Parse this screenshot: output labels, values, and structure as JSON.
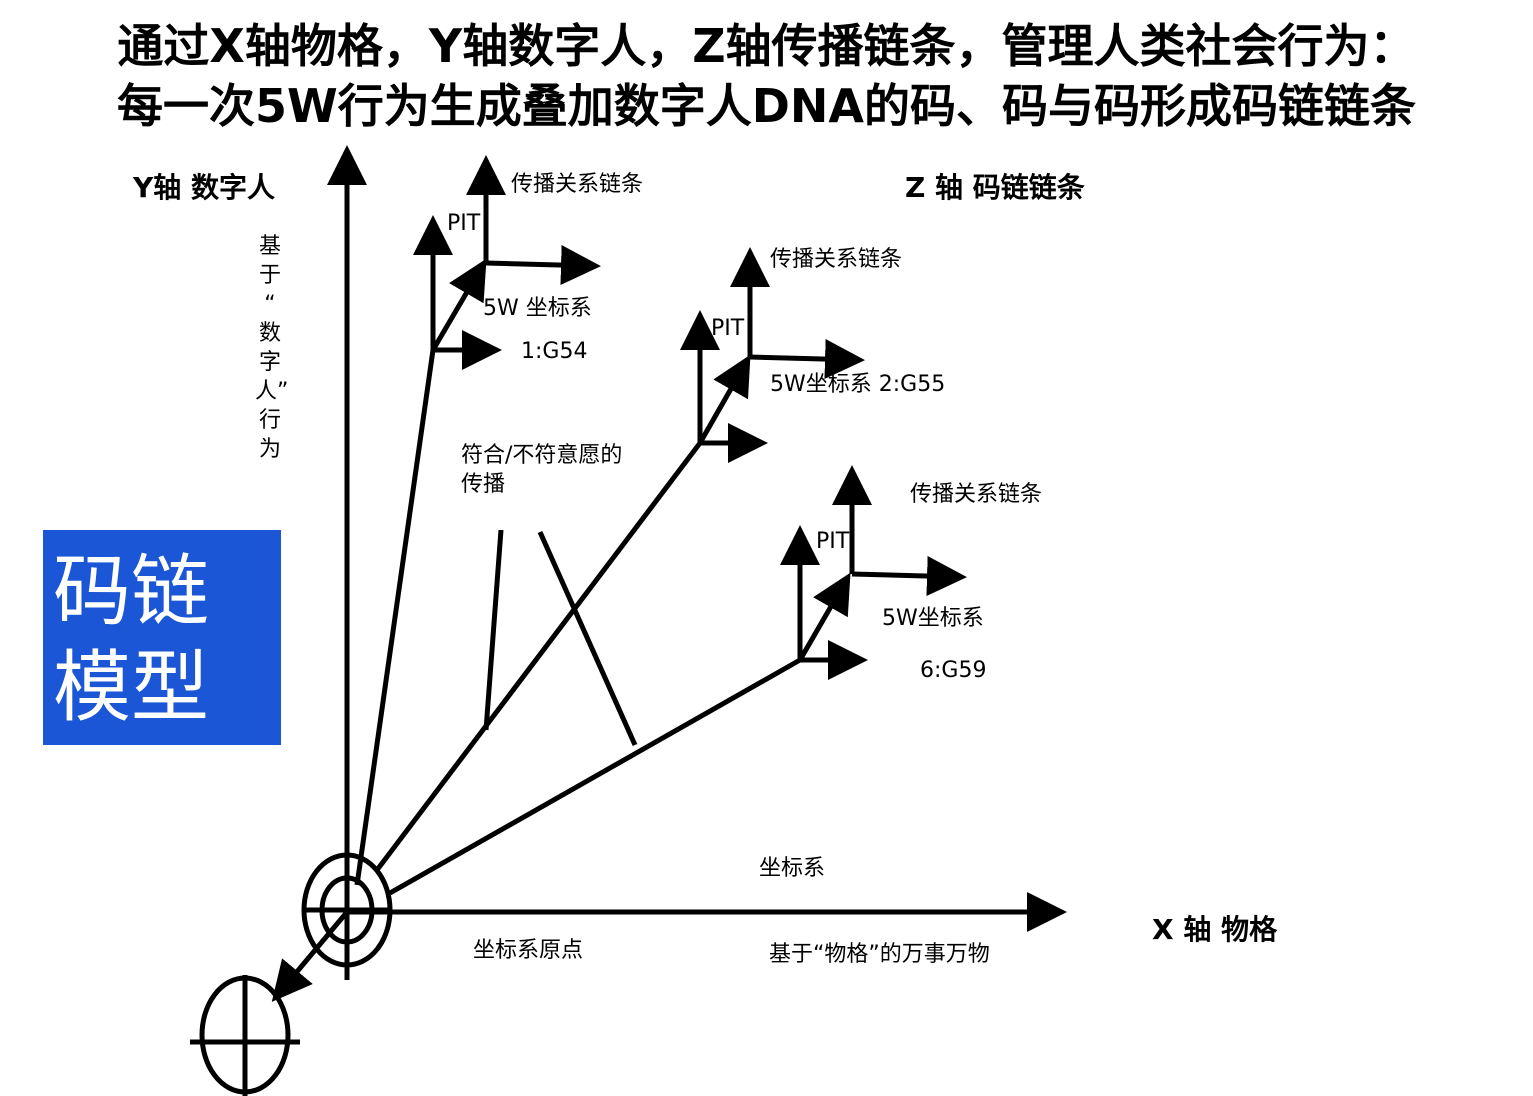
{
  "title": {
    "line1": "通过X轴物格，Y轴数字人，Z轴传播链条，管理人类社会行为：",
    "line2": "每一次5W行为生成叠加数字人DNA的码、码与码形成码链链条"
  },
  "axes": {
    "y_label": "Y轴 数字人",
    "y_desc": "基\n于\n“\n数\n字\n人”\n行\n为",
    "z_label": "Z 轴 码链链条",
    "x_label": "X 轴 物格",
    "x_desc": "基于“物格”的万事万物"
  },
  "badge": {
    "text": "码链\n模型",
    "color": "#1a56d6"
  },
  "origin": {
    "label": "坐标系原点",
    "coord_label": "坐标系"
  },
  "middle_note": "符合/不符意愿的\n传播",
  "nodes": [
    {
      "pit": "PIT",
      "chain": "传播关系链条",
      "sys": "5W 坐标系",
      "code": "1:G54"
    },
    {
      "pit": "PIT",
      "chain": "传播关系链条",
      "sys": "5W坐标系 2:G55"
    },
    {
      "pit": "PIT",
      "chain": "传播关系链条",
      "sys": "5W坐标系",
      "code": "6:G59"
    }
  ]
}
